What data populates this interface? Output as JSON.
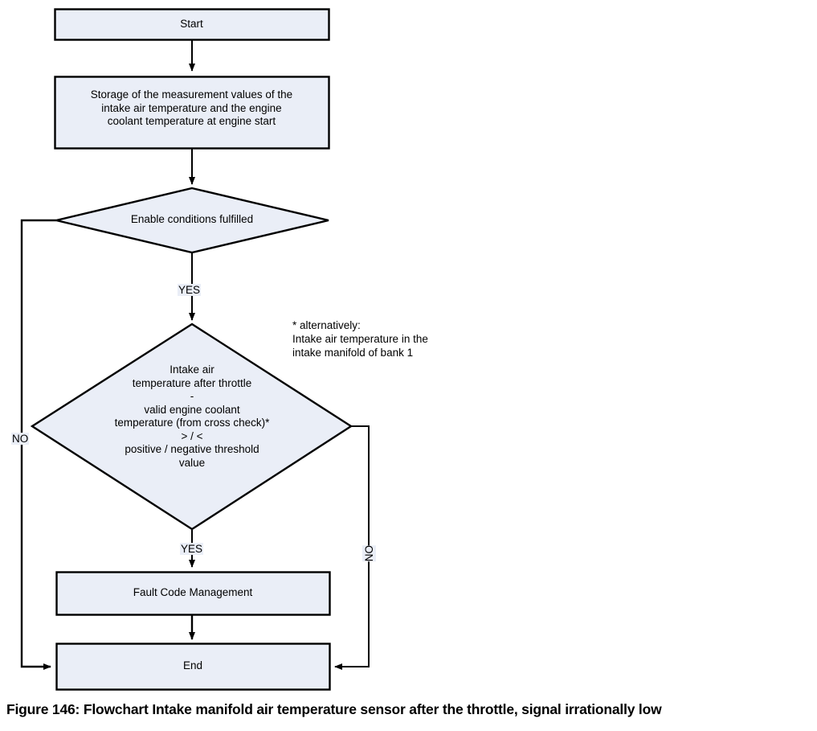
{
  "figure": {
    "caption": "Figure 146: Flowchart Intake manifold air temperature sensor after the throttle, signal irrationally low"
  },
  "style": {
    "node_fill": "#eaeef7",
    "node_stroke": "#000000",
    "label_background": "#eaeef7",
    "connector_color": "#000000",
    "page_background": "#ffffff"
  },
  "nodes": {
    "start": {
      "label": "Start",
      "shape": "process"
    },
    "storage": {
      "label": "Storage of the measurement values of the\nintake air temperature and the engine\ncoolant temperature at engine start",
      "shape": "process"
    },
    "enable_conditions": {
      "label": "Enable conditions fulfilled",
      "shape": "decision"
    },
    "threshold_check": {
      "label": "Intake air\ntemperature after throttle\n-\nvalid engine coolant\ntemperature (from cross check)*\n> / <\npositive / negative threshold\nvalue",
      "shape": "decision"
    },
    "fault_code_management": {
      "label": "Fault Code Management",
      "shape": "process"
    },
    "end": {
      "label": "End",
      "shape": "process"
    }
  },
  "branch_labels": {
    "enable_yes": "YES",
    "enable_no": "NO",
    "threshold_yes": "YES",
    "threshold_no": "NO"
  },
  "annotation": {
    "note": "* alternatively:\nIntake air temperature in the\nintake manifold of bank 1"
  }
}
